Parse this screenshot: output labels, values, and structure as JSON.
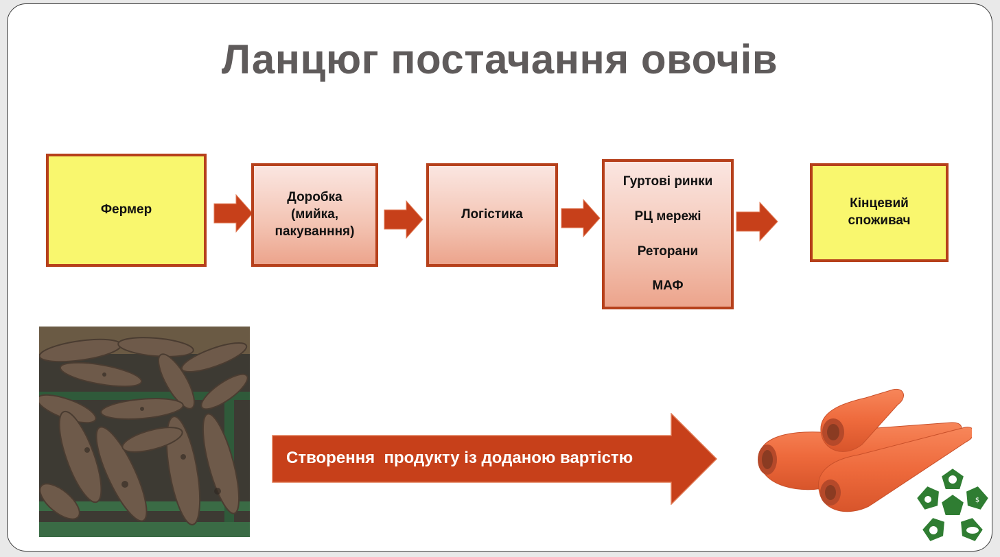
{
  "slide": {
    "title": "Ланцюг постачання овочів"
  },
  "flow": {
    "farmer": "Фермер",
    "processing": [
      "Доробка",
      "(мийка,",
      "пакуванння)"
    ],
    "logistics": "Логістика",
    "channels": [
      "Гуртові ринки",
      "РЦ мережі",
      "Реторани",
      "МАФ"
    ],
    "consumer": [
      "Кінцевий",
      "споживач"
    ]
  },
  "value_arrow": {
    "label": "Створення  продукту із доданою вартістю"
  },
  "colors": {
    "box_border": "#b6401b",
    "arrow_fill": "#c7401a",
    "yellow_box": "#f9f76e",
    "title": "#5f5b5b",
    "logo_green": "#2f7d32"
  },
  "icons": [
    "dirty-carrots-photo",
    "clean-carrots-photo",
    "organization-logo-icon"
  ]
}
